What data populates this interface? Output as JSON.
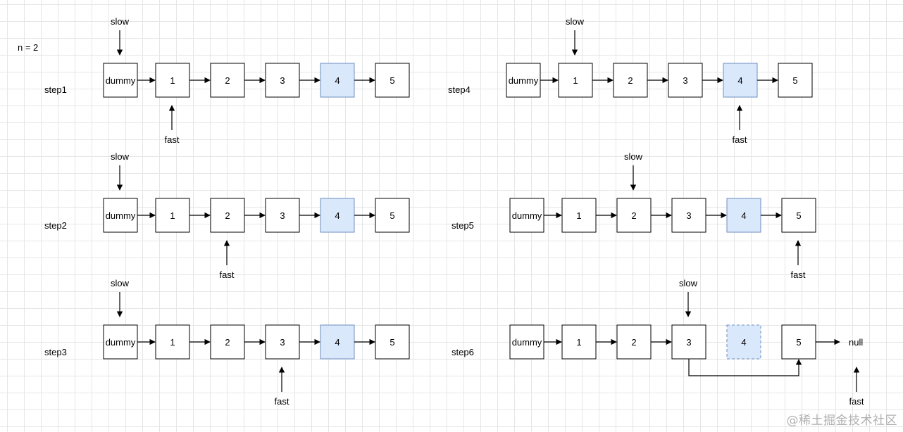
{
  "n_label": "n = 2",
  "steps": [
    {
      "label": "step1",
      "nodes": [
        "dummy",
        "1",
        "2",
        "3",
        "4",
        "5"
      ],
      "highlight": "4",
      "slow": "dummy",
      "fast": "1"
    },
    {
      "label": "step2",
      "nodes": [
        "dummy",
        "1",
        "2",
        "3",
        "4",
        "5"
      ],
      "highlight": "4",
      "slow": "dummy",
      "fast": "2"
    },
    {
      "label": "step3",
      "nodes": [
        "dummy",
        "1",
        "2",
        "3",
        "4",
        "5"
      ],
      "highlight": "4",
      "slow": "dummy",
      "fast": "3"
    },
    {
      "label": "step4",
      "nodes": [
        "dummy",
        "1",
        "2",
        "3",
        "4",
        "5"
      ],
      "highlight": "4",
      "slow": "1",
      "fast": "4"
    },
    {
      "label": "step5",
      "nodes": [
        "dummy",
        "1",
        "2",
        "3",
        "4",
        "5"
      ],
      "highlight": "4",
      "slow": "2",
      "fast": "5"
    },
    {
      "label": "step6",
      "nodes": [
        "dummy",
        "1",
        "2",
        "3",
        "4",
        "5"
      ],
      "removed": "4",
      "slow": "3",
      "fast": "null",
      "tail": "null",
      "bypass": {
        "from": "3",
        "to": "5"
      }
    }
  ],
  "pointer_labels": {
    "slow": "slow",
    "fast": "fast"
  },
  "watermark": "@稀土掘金技术社区",
  "colors": {
    "highlight_fill": "#dae8fc",
    "highlight_stroke": "#6c8ebf",
    "grid": "#e6e6e6"
  }
}
